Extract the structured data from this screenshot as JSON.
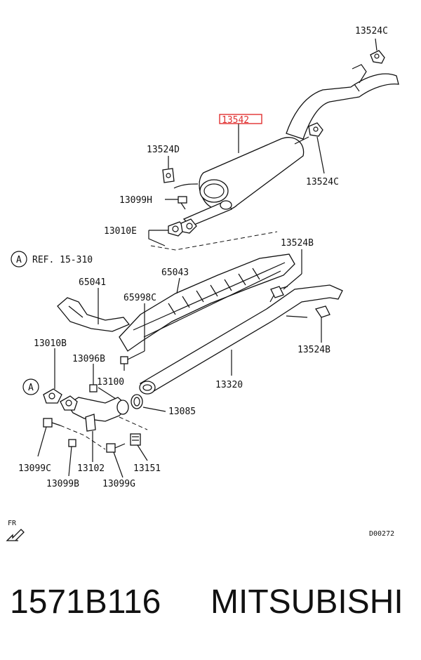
{
  "labels": {
    "p13524C_top": "13524C",
    "p13542": "13542",
    "p13524D": "13524D",
    "p13524C_right": "13524C",
    "p13099H": "13099H",
    "p13010E": "13010E",
    "ref_circle": "A",
    "ref_text": "REF. 15-310",
    "p13524B_top": "13524B",
    "p65043": "65043",
    "p65041": "65041",
    "p65998C": "65998C",
    "p13524B_right": "13524B",
    "p13010B": "13010B",
    "p13096B": "13096B",
    "p13320": "13320",
    "p13100": "13100",
    "circleA2": "A",
    "p13085": "13085",
    "p13099C": "13099C",
    "p13102": "13102",
    "p13151": "13151",
    "p13099B": "13099B",
    "p13099G": "13099G",
    "fr": "FR",
    "code": "D00272"
  },
  "footer": {
    "part_number": "1571B116",
    "brand": "MITSUBISHI"
  },
  "colors": {
    "highlight": "#e03030",
    "ink": "#111111"
  }
}
